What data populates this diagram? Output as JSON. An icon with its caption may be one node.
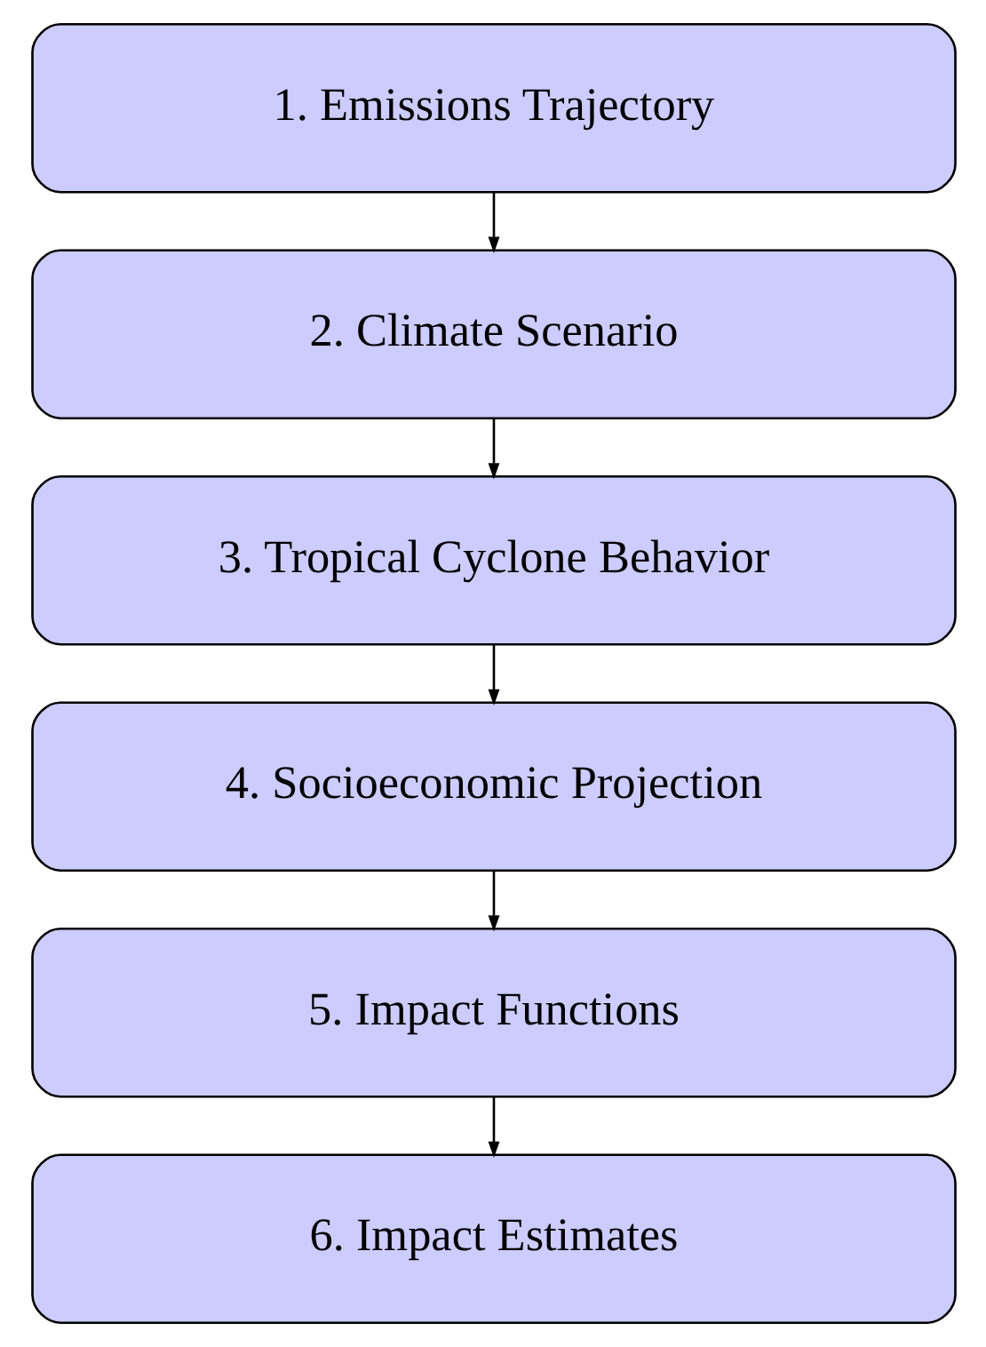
{
  "diagram": {
    "nodes": [
      {
        "text": [
          "1. Emissions Trajectory"
        ]
      },
      {
        "text": [
          "2. Climate Scenario"
        ]
      },
      {
        "text": [
          "3. Tropical Cyclone Behavior"
        ]
      },
      {
        "text": [
          "4. Socioeconomic Projection"
        ]
      },
      {
        "text": [
          "5. Impact Functions"
        ]
      },
      {
        "text": [
          "6. Impact Estimates"
        ]
      }
    ],
    "edges": [
      {
        "from": 0,
        "to": 1,
        "arrow": "to"
      },
      {
        "from": 1,
        "to": 2,
        "arrow": "to"
      },
      {
        "from": 2,
        "to": 3,
        "arrow": "to"
      },
      {
        "from": 3,
        "to": 4,
        "arrow": "to"
      },
      {
        "from": 4,
        "to": 5,
        "arrow": "to"
      }
    ]
  }
}
